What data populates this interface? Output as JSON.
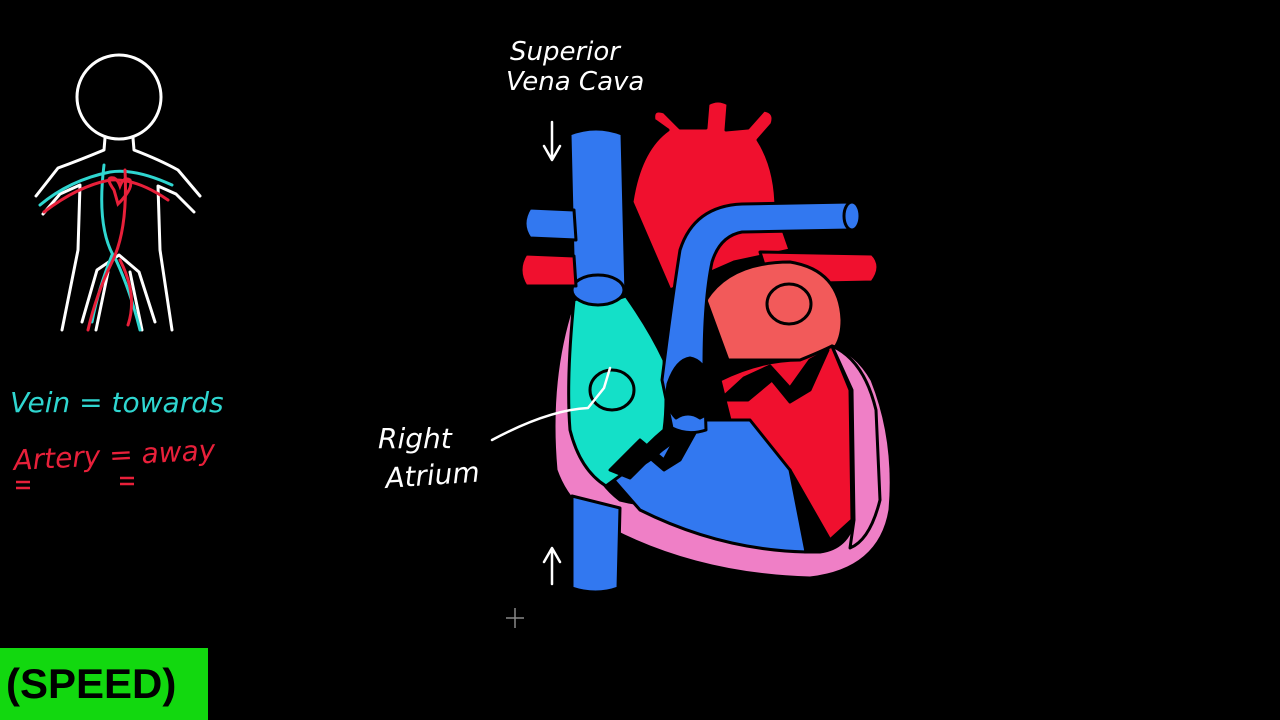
{
  "labels": {
    "superior_line1": "Superior",
    "superior_line2": "Vena Cava",
    "right_line1": "Right",
    "right_line2": "Atrium",
    "vein_rule": "Vein = towards",
    "artery_rule": "Artery = away"
  },
  "badge": {
    "text": "(SPEED)"
  },
  "colors": {
    "vein_blue": "#3278f0",
    "artery_red": "#f0102e",
    "right_atrium_cyan": "#14e0c8",
    "left_atrium_salmon": "#f25a5a",
    "heart_wall_pink": "#ef7fc6",
    "vein_text": "#2fd6d0",
    "artery_text": "#e8203a",
    "badge_green": "#12d80f"
  }
}
